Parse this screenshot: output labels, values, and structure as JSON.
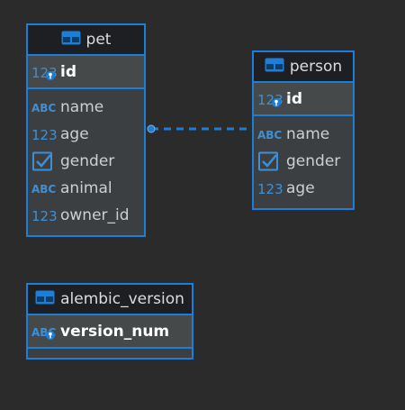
{
  "colors": {
    "background": "#2b2b2b",
    "accent": "#1c7ed6",
    "header_bg": "#1e1f22",
    "body_bg": "#3c3f41",
    "text": "#cfcfcf"
  },
  "entities": {
    "pet": {
      "title": "pet",
      "pk": {
        "name": "id",
        "type_icon": "number-key-icon"
      },
      "columns": [
        {
          "name": "name",
          "type_icon": "string-icon"
        },
        {
          "name": "age",
          "type_icon": "number-icon"
        },
        {
          "name": "gender",
          "type_icon": "checkbox-icon"
        },
        {
          "name": "animal",
          "type_icon": "string-icon"
        },
        {
          "name": "owner_id",
          "type_icon": "number-icon"
        }
      ]
    },
    "person": {
      "title": "person",
      "pk": {
        "name": "id",
        "type_icon": "number-key-icon"
      },
      "columns": [
        {
          "name": "name",
          "type_icon": "string-icon"
        },
        {
          "name": "gender",
          "type_icon": "checkbox-icon"
        },
        {
          "name": "age",
          "type_icon": "number-icon"
        }
      ]
    },
    "alembic_version": {
      "title": "alembic_version",
      "pk": {
        "name": "version_num",
        "type_icon": "string-key-icon"
      },
      "columns": []
    }
  },
  "relations": [
    {
      "from": "pet",
      "to": "person",
      "style": "dashed"
    }
  ]
}
